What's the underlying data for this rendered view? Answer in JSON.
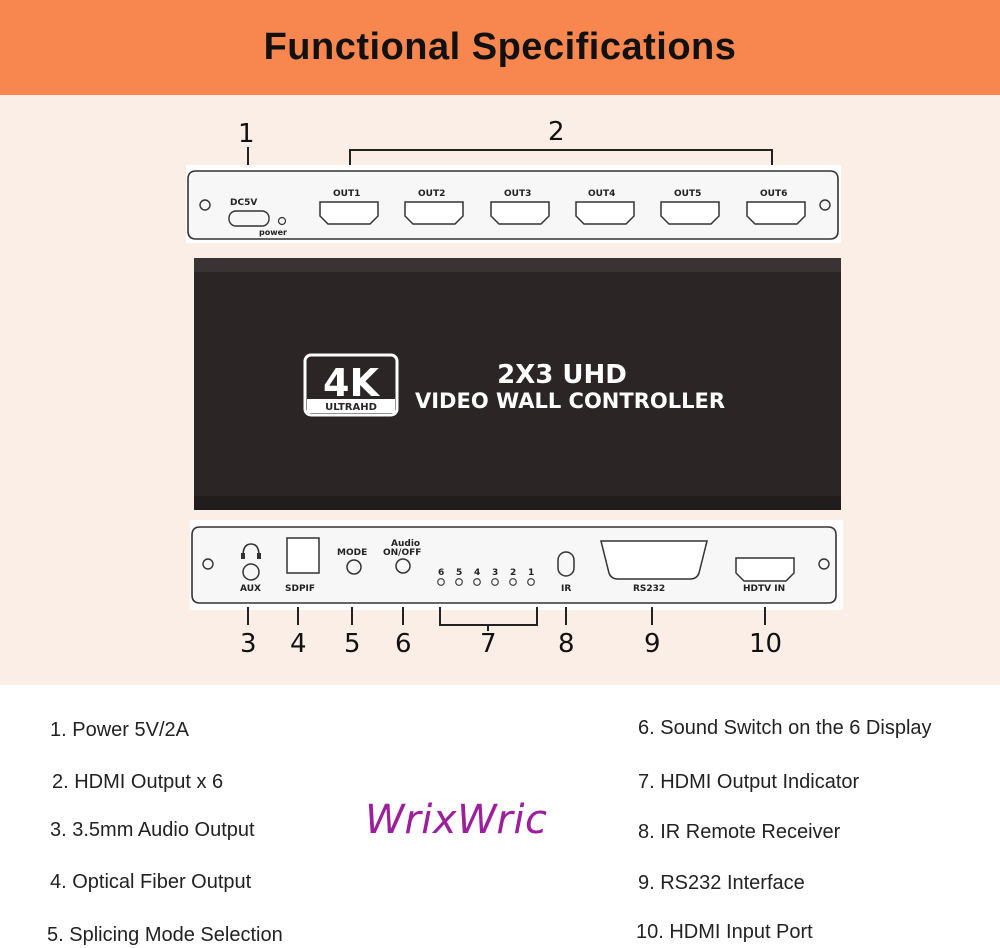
{
  "header": {
    "title": "Functional Specifications",
    "bg_color": "#f8874f"
  },
  "callouts": [
    "1",
    "2",
    "3",
    "4",
    "5",
    "6",
    "7",
    "8",
    "9",
    "10"
  ],
  "front_panel": {
    "power_label": "DC5V",
    "power_led_label": "power",
    "outputs": [
      "OUT1",
      "OUT2",
      "OUT3",
      "OUT4",
      "OUT5",
      "OUT6"
    ]
  },
  "device": {
    "badge_main": "4K",
    "badge_sub": "ULTRAHD",
    "line1": "2X3 UHD",
    "line2": "VIDEO WALL CONTROLLER"
  },
  "rear_panel": {
    "aux_label": "AUX",
    "spdif_label": "SDPIF",
    "mode_label": "MODE",
    "audio_label_1": "Audio",
    "audio_label_2": "ON/OFF",
    "indicator_numbers": [
      "6",
      "5",
      "4",
      "3",
      "2",
      "1"
    ],
    "ir_label": "IR",
    "rs232_label": "RS232",
    "hdmi_in_label": "HDTV IN"
  },
  "legend_left": [
    "1. Power 5V/2A",
    "2. HDMI Output x 6",
    "3. 3.5mm Audio Output",
    "4. Optical Fiber Output",
    "5. Splicing Mode Selection"
  ],
  "legend_right": [
    "6. Sound Switch on the 6 Display",
    "7. HDMI Output Indicator",
    "8. IR Remote Receiver",
    "9. RS232 Interface",
    "10. HDMI Input Port"
  ],
  "brand": {
    "name": "WrixWric",
    "color": "#9c1f9c"
  }
}
